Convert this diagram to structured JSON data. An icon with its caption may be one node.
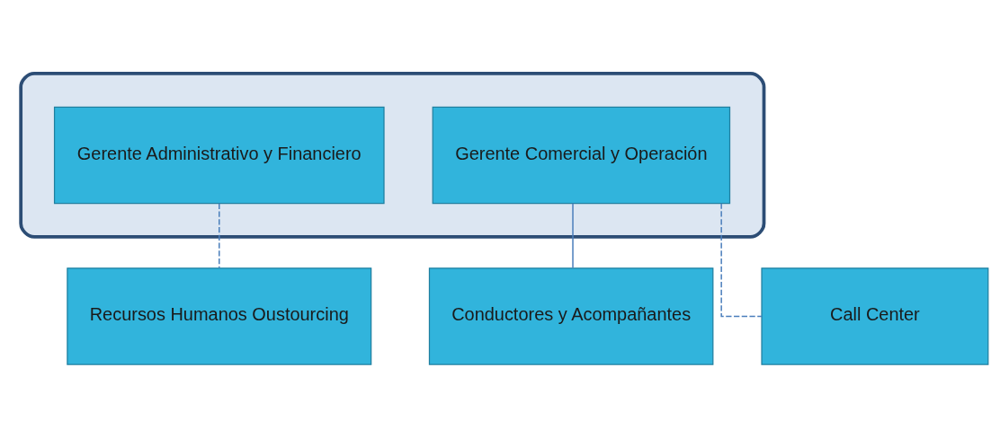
{
  "diagram": {
    "nodes": [
      {
        "text": [],
        "shape": "box"
      },
      {
        "text": [
          "Gerente Administrativo y Financiero"
        ],
        "in": 0
      },
      {
        "text": [
          "Gerente Comercial y Operación"
        ],
        "in": 0
      },
      {
        "text": [
          "Recursos Humanos Oustourcing"
        ]
      },
      {
        "text": [
          "Conductores y Acompañantes"
        ]
      },
      {
        "text": [
          "Call Center"
        ]
      }
    ],
    "edges": [
      {
        "from": 1,
        "to": 3,
        "arrow": "none",
        "style": "dashed"
      },
      {
        "from": 2,
        "to": 4,
        "arrow": "none"
      },
      {
        "from": 2,
        "to": 5,
        "arrow": "none",
        "style": "dashed"
      }
    ]
  }
}
